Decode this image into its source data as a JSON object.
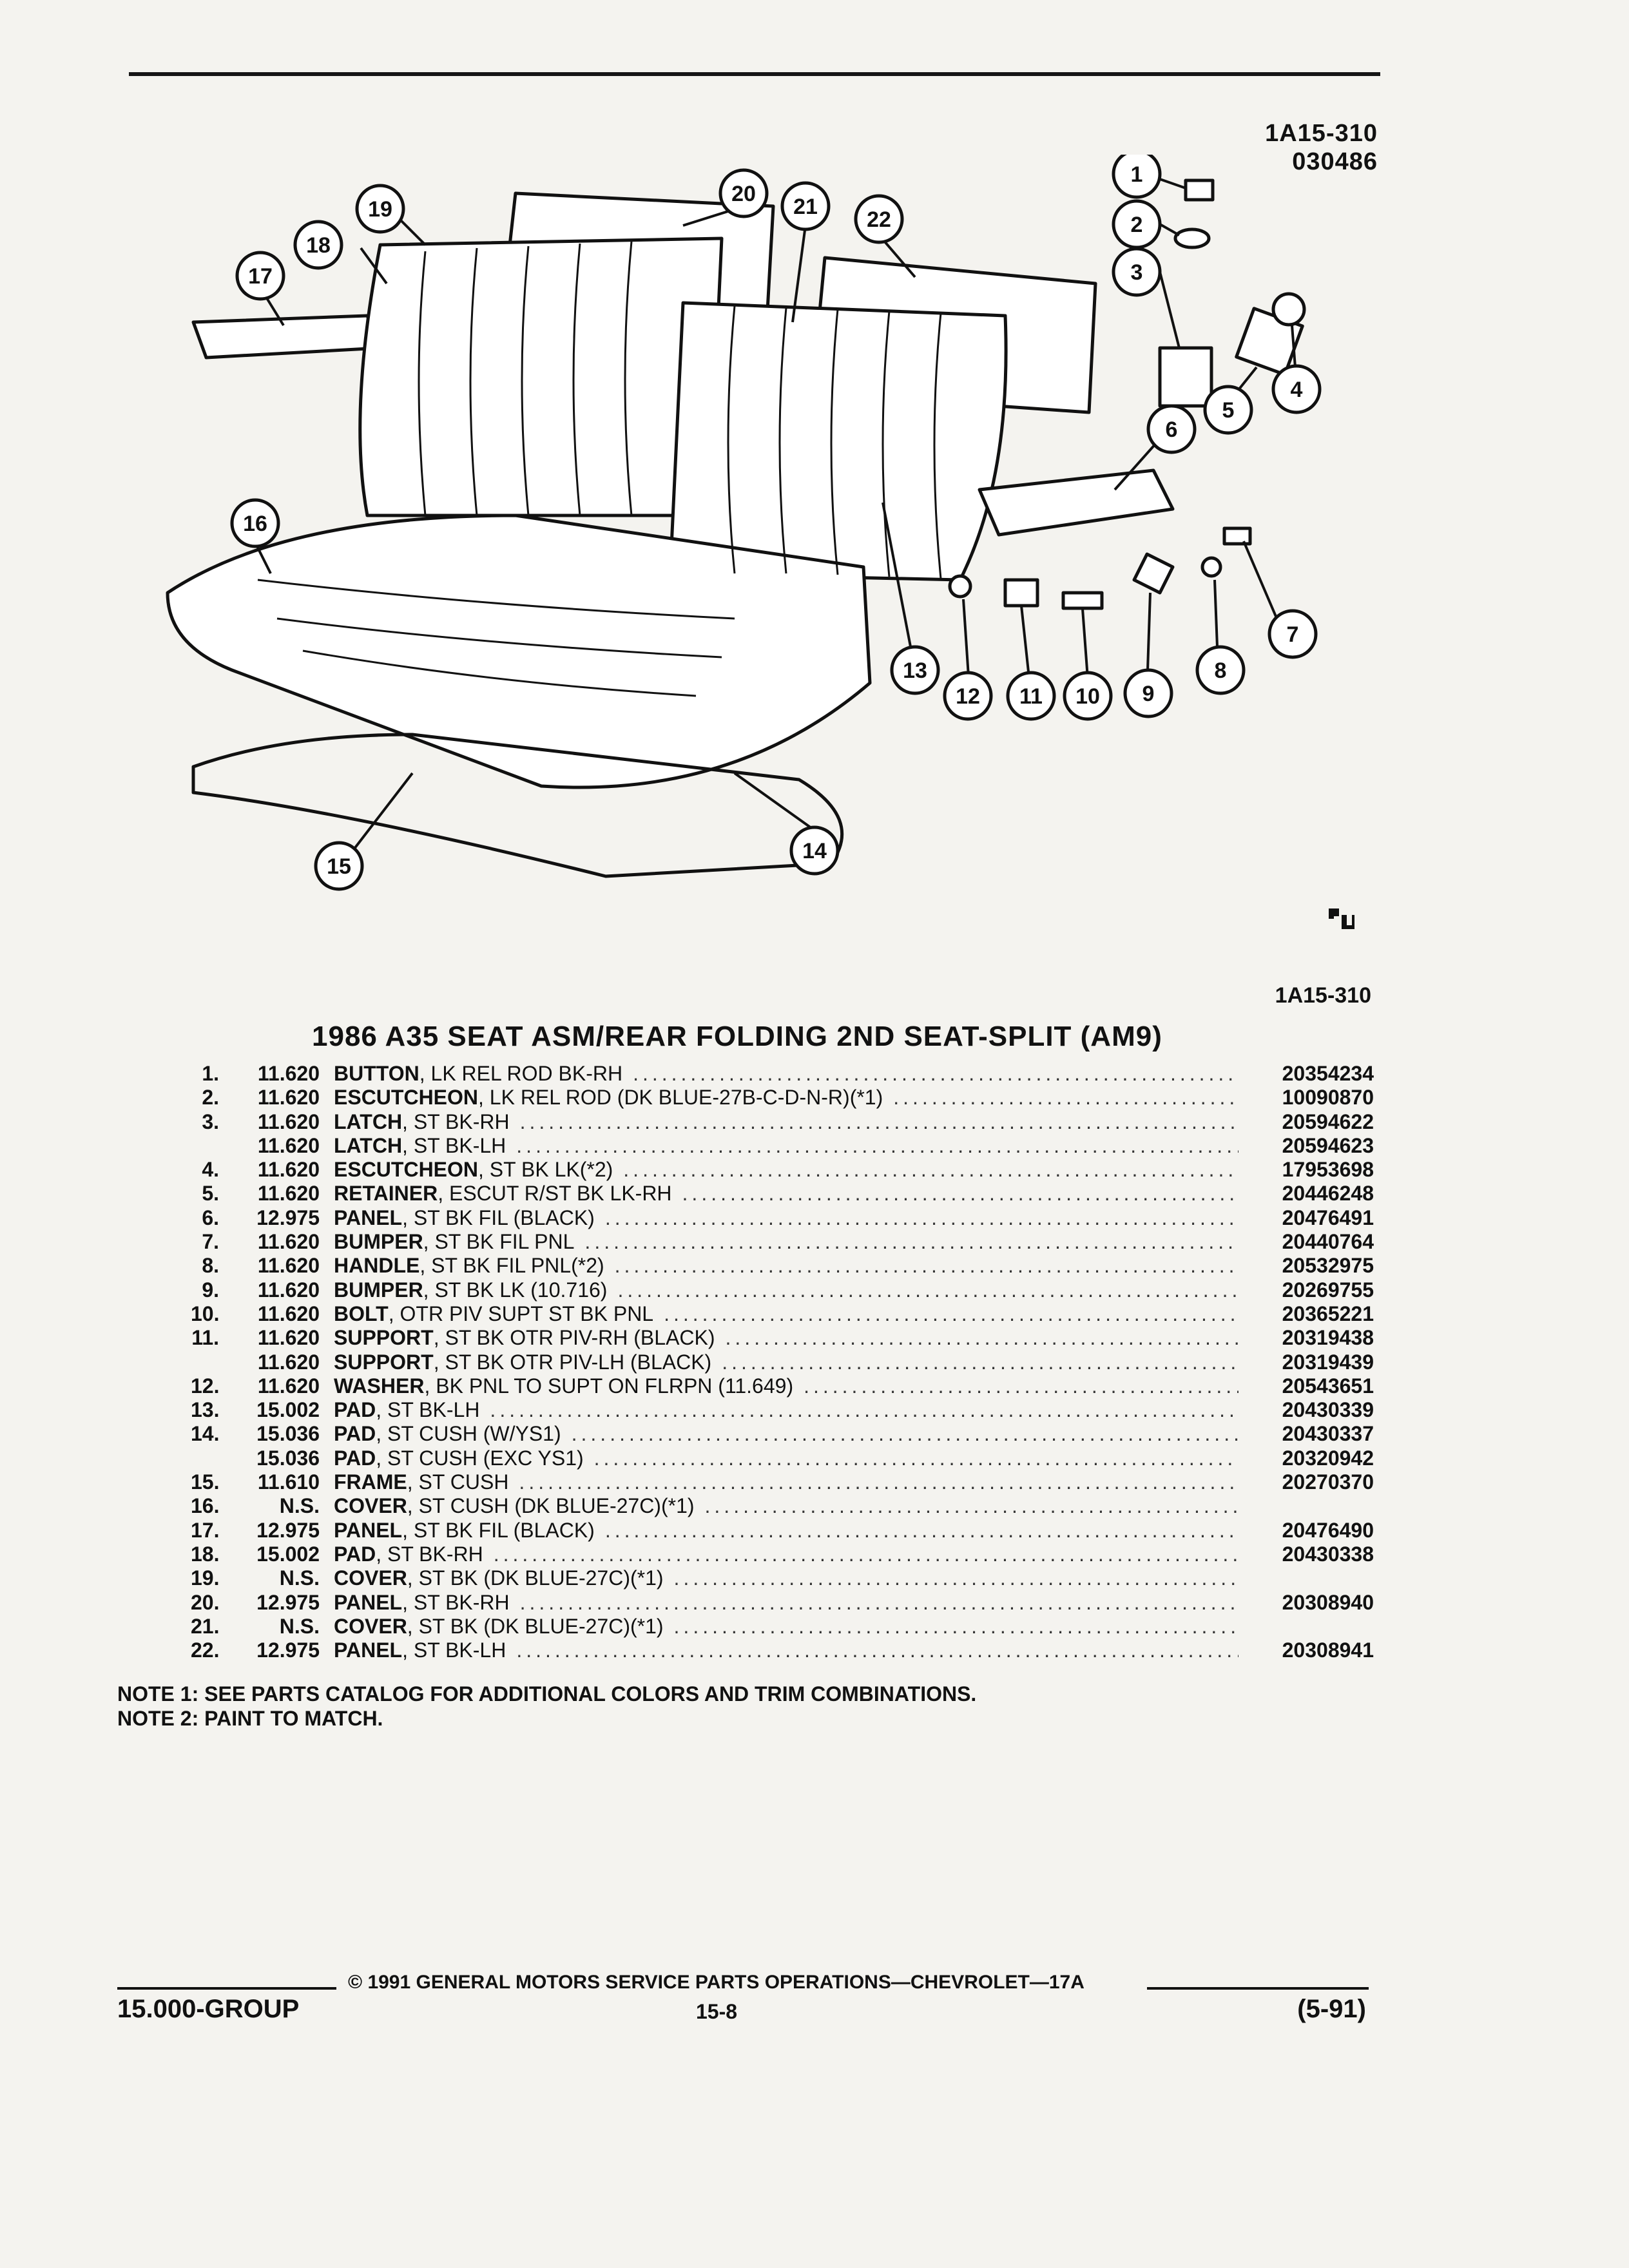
{
  "header": {
    "ref_code": "1A15-310",
    "date_code": "030486"
  },
  "figure": {
    "ref_code": "1A15-310",
    "callouts": [
      "1",
      "2",
      "3",
      "4",
      "5",
      "6",
      "7",
      "8",
      "9",
      "10",
      "11",
      "12",
      "13",
      "14",
      "15",
      "16",
      "17",
      "18",
      "19",
      "20",
      "21",
      "22"
    ]
  },
  "title": "1986 A35 SEAT ASM/REAR FOLDING 2ND SEAT-SPLIT (AM9)",
  "parts": [
    {
      "num": "1.",
      "code": "11.620",
      "name": "BUTTON",
      "detail": ", LK REL ROD BK-RH",
      "pn": "20354234"
    },
    {
      "num": "2.",
      "code": "11.620",
      "name": "ESCUTCHEON",
      "detail": ", LK REL ROD (DK BLUE-27B-C-D-N-R)(*1)",
      "pn": "10090870"
    },
    {
      "num": "3.",
      "code": "11.620",
      "name": "LATCH",
      "detail": ", ST BK-RH",
      "pn": "20594622"
    },
    {
      "num": "",
      "code": "11.620",
      "name": "LATCH",
      "detail": ", ST BK-LH",
      "pn": "20594623"
    },
    {
      "num": "4.",
      "code": "11.620",
      "name": "ESCUTCHEON",
      "detail": ", ST BK LK(*2)",
      "pn": "17953698"
    },
    {
      "num": "5.",
      "code": "11.620",
      "name": "RETAINER",
      "detail": ", ESCUT R/ST BK LK-RH",
      "pn": "20446248"
    },
    {
      "num": "6.",
      "code": "12.975",
      "name": "PANEL",
      "detail": ", ST BK FIL (BLACK)",
      "pn": "20476491"
    },
    {
      "num": "7.",
      "code": "11.620",
      "name": "BUMPER",
      "detail": ", ST BK FIL PNL",
      "pn": "20440764"
    },
    {
      "num": "8.",
      "code": "11.620",
      "name": "HANDLE",
      "detail": ", ST BK FIL PNL(*2)",
      "pn": "20532975"
    },
    {
      "num": "9.",
      "code": "11.620",
      "name": "BUMPER",
      "detail": ", ST BK LK (10.716)",
      "pn": "20269755"
    },
    {
      "num": "10.",
      "code": "11.620",
      "name": "BOLT",
      "detail": ", OTR PIV SUPT ST BK PNL",
      "pn": "20365221"
    },
    {
      "num": "11.",
      "code": "11.620",
      "name": "SUPPORT",
      "detail": ", ST BK OTR PIV-RH (BLACK)",
      "pn": "20319438"
    },
    {
      "num": "",
      "code": "11.620",
      "name": "SUPPORT",
      "detail": ", ST BK OTR PIV-LH (BLACK)",
      "pn": "20319439"
    },
    {
      "num": "12.",
      "code": "11.620",
      "name": "WASHER",
      "detail": ", BK PNL TO SUPT ON FLRPN (11.649)",
      "pn": "20543651"
    },
    {
      "num": "13.",
      "code": "15.002",
      "name": "PAD",
      "detail": ", ST BK-LH",
      "pn": "20430339"
    },
    {
      "num": "14.",
      "code": "15.036",
      "name": "PAD",
      "detail": ", ST CUSH (W/YS1)",
      "pn": "20430337"
    },
    {
      "num": "",
      "code": "15.036",
      "name": "PAD",
      "detail": ", ST CUSH (EXC YS1)",
      "pn": "20320942"
    },
    {
      "num": "15.",
      "code": "11.610",
      "name": "FRAME",
      "detail": ", ST CUSH",
      "pn": "20270370"
    },
    {
      "num": "16.",
      "code": "N.S.",
      "name": "COVER",
      "detail": ", ST CUSH (DK BLUE-27C)(*1)",
      "pn": ""
    },
    {
      "num": "17.",
      "code": "12.975",
      "name": "PANEL",
      "detail": ", ST BK FIL (BLACK)",
      "pn": "20476490"
    },
    {
      "num": "18.",
      "code": "15.002",
      "name": "PAD",
      "detail": ", ST BK-RH",
      "pn": "20430338"
    },
    {
      "num": "19.",
      "code": "N.S.",
      "name": "COVER",
      "detail": ", ST BK (DK BLUE-27C)(*1)",
      "pn": ""
    },
    {
      "num": "20.",
      "code": "12.975",
      "name": "PANEL",
      "detail": ", ST BK-RH",
      "pn": "20308940"
    },
    {
      "num": "21.",
      "code": "N.S.",
      "name": "COVER",
      "detail": ", ST BK (DK BLUE-27C)(*1)",
      "pn": ""
    },
    {
      "num": "22.",
      "code": "12.975",
      "name": "PANEL",
      "detail": ", ST BK-LH",
      "pn": "20308941"
    }
  ],
  "notes": [
    "NOTE 1: SEE PARTS CATALOG FOR ADDITIONAL COLORS AND TRIM COMBINATIONS.",
    "NOTE 2: PAINT TO MATCH."
  ],
  "footer": {
    "copyright": "© 1991 GENERAL MOTORS SERVICE PARTS OPERATIONS—CHEVROLET—17A",
    "group": "15.000-GROUP",
    "page": "15-8",
    "date": "(5-91)"
  }
}
